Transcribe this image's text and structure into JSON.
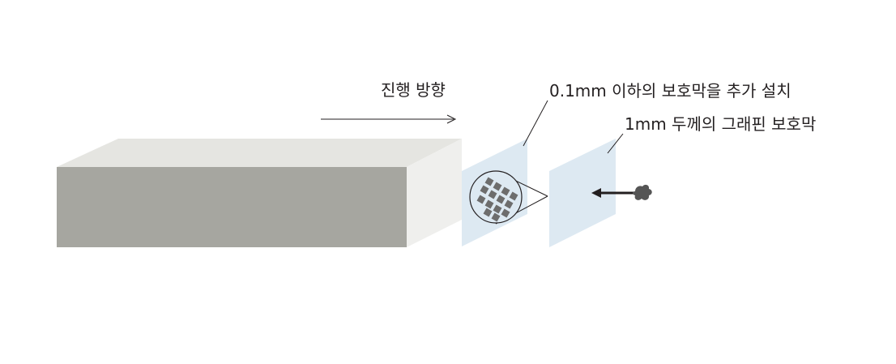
{
  "labels": {
    "direction": "진행 방향",
    "thin_film": "0.1mm 이하의 보호막을 추가 설치",
    "graphene_film": "1mm 두께의 그래핀 보호막"
  },
  "colors": {
    "block_front": "#a6a6a0",
    "block_top": "#e5e5e1",
    "block_side": "#efefed",
    "film": "#dde9f2",
    "chip": "#6d6d6d",
    "line": "#231f20",
    "debris": "#555555"
  }
}
